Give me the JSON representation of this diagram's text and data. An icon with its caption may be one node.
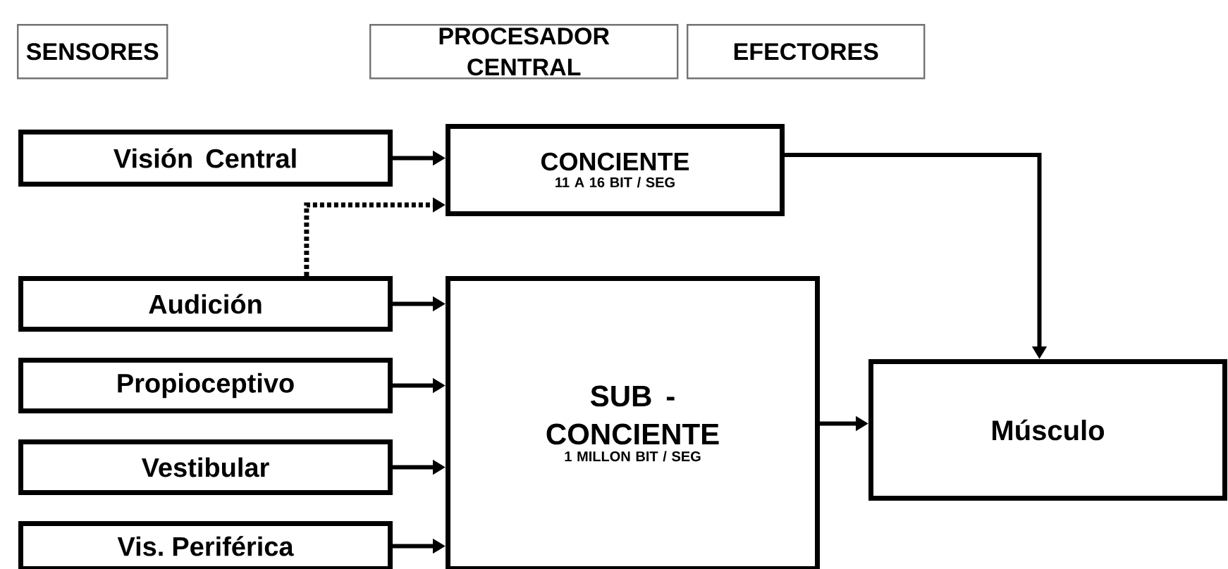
{
  "diagram": {
    "nodes": [
      {
        "text": [
          "SENSORES"
        ]
      },
      {
        "text": [
          "PROCESADOR CENTRAL"
        ]
      },
      {
        "text": [
          "EFECTORES"
        ]
      },
      {
        "text": [
          "Visión Central"
        ]
      },
      {
        "text": [
          "CONCIENTE",
          "11 A 16 BIT / SEG"
        ]
      },
      {
        "text": [
          "Audición"
        ]
      },
      {
        "text": [
          "Propioceptivo"
        ]
      },
      {
        "text": [
          "Vestibular"
        ]
      },
      {
        "text": [
          "Vis. Periférica"
        ]
      },
      {
        "text": [
          "SUB - CONCIENTE",
          "1 MILLON BIT / SEG"
        ]
      },
      {
        "text": [
          "Músculo"
        ]
      }
    ],
    "edges": [
      {
        "from": 3,
        "to": 4,
        "arrow": "to"
      },
      {
        "from": 5,
        "to": 4,
        "arrow": "to",
        "style": "dashed"
      },
      {
        "from": 5,
        "to": 9,
        "arrow": "to"
      },
      {
        "from": 6,
        "to": 9,
        "arrow": "to"
      },
      {
        "from": 7,
        "to": 9,
        "arrow": "to"
      },
      {
        "from": 8,
        "to": 9,
        "arrow": "to"
      },
      {
        "from": 9,
        "to": 10,
        "arrow": "to"
      },
      {
        "from": 4,
        "to": 10,
        "arrow": "to"
      }
    ]
  }
}
